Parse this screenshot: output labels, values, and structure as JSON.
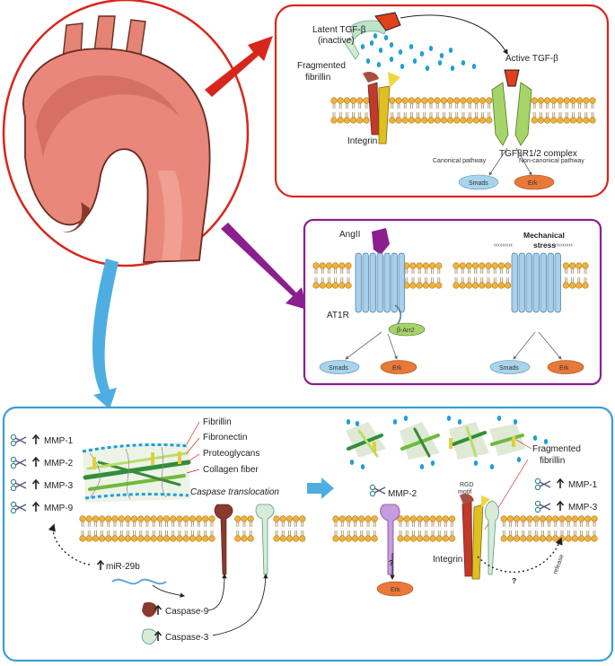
{
  "tgf_panel": {
    "latent_line1": "Latent TGF-β",
    "latent_line2": "(inactive)",
    "fragmented_line1": "Fragmented",
    "fragmented_line2": "fibrillin",
    "active": "Active TGF-β",
    "integrin": "Integrin",
    "receptor": "TGFβR1/2 complex",
    "canonical": "Canonical pathway",
    "noncanonical": "Non-canonical pathway",
    "smads": "Smads",
    "erk": "Erk"
  },
  "angii_panel": {
    "angii": "AngII",
    "at1r": "AT1R",
    "barr": "β-Arr2",
    "mech_line1": "Mechanical",
    "mech_line2": "stress",
    "smads_left": "Smads",
    "erk_left": "Erk",
    "smads_right": "Smads",
    "erk_right": "Erk"
  },
  "ecm_panel": {
    "mmp_list": [
      "MMP-1",
      "MMP-2",
      "MMP-3",
      "MMP-9"
    ],
    "ecm_labels": [
      "Fibrillin",
      "Fibronectin",
      "Proteoglycans",
      "Collagen fiber"
    ],
    "caspase_translocation": "Caspase translocation",
    "mir": "miR-29b",
    "caspase9": "Caspase-9",
    "caspase3": "Caspase-3",
    "mmp2": "MMP-2",
    "question1": "?",
    "question2": "?",
    "erk": "Erk",
    "rgd_line1": "RGD",
    "rgd_line2": "motif",
    "integrin": "Integrin",
    "fragmented_line1": "Fragmented",
    "fragmented_line2": "fibrillin",
    "mmp_right": [
      "MMP-1",
      "MMP-3"
    ],
    "release": "release"
  },
  "colors": {
    "red_frame": "#d9261c",
    "purple_frame": "#8b1f8e",
    "blue_frame": "#3a9fd6",
    "aorta": "#e8877a",
    "smads": "#a8d4ec",
    "erk": "#e8793a",
    "lipid_head": "#f0b23c"
  }
}
